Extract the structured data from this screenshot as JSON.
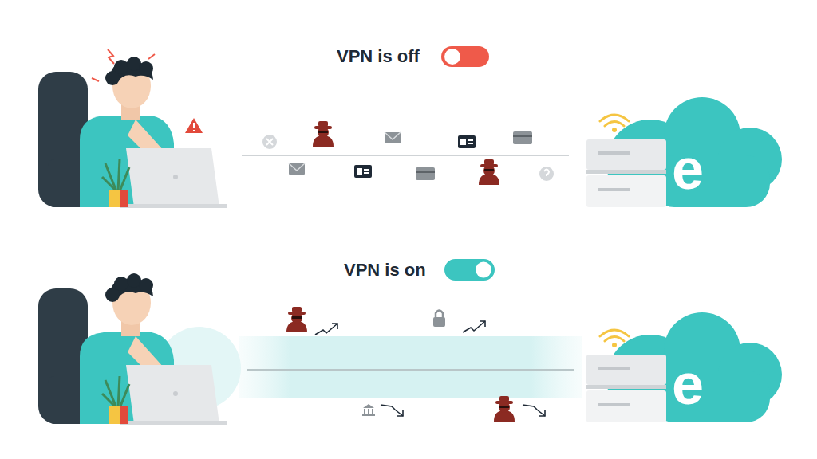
{
  "diagram": {
    "labels": [
      "VPN is off",
      "e",
      "VPN is on",
      "e"
    ]
  }
}
